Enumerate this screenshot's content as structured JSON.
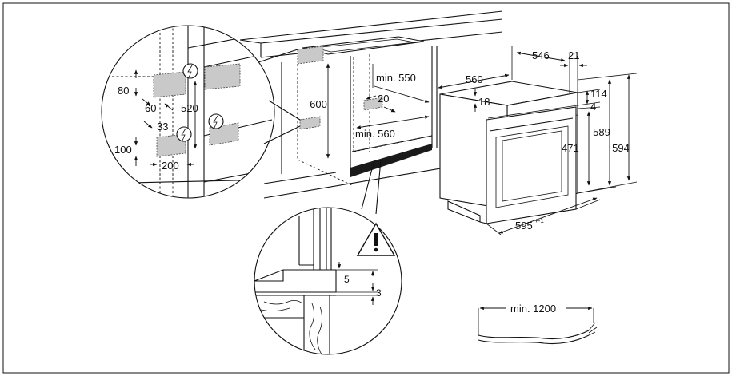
{
  "labels": {
    "d546": "546",
    "d21": "21",
    "d560_top": "560",
    "d114": "114",
    "d4": "4",
    "d18": "18",
    "d589": "589",
    "d594": "594",
    "d471": "471",
    "d595": "595",
    "d595_tol": "+-1",
    "min550": "min. 550",
    "d20": "20",
    "d600": "600",
    "min560": "min. 560",
    "d80": "80",
    "d60": "60",
    "d520": "520",
    "d33": "33",
    "d100": "100",
    "d200": "200",
    "d5": "5",
    "d3": "3",
    "min1200": "min. 1200"
  },
  "icons": {
    "electric_symbol": "lightning-bolt-in-circle-icon",
    "warning_symbol": "exclamation-triangle-icon"
  }
}
